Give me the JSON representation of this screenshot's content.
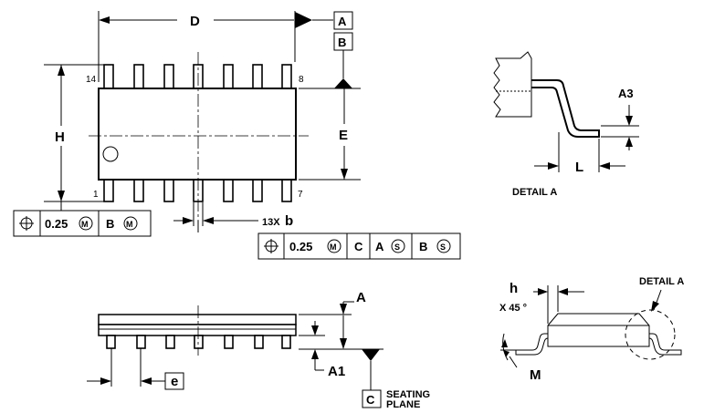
{
  "labels": {
    "D": "D",
    "H": "H",
    "E": "E",
    "pin14": "14",
    "pin8": "8",
    "pin1": "1",
    "pin7": "7",
    "datum_A": "A",
    "datum_B": "B",
    "datum_C": "C",
    "A3": "A3",
    "L": "L",
    "detail_a": "DETAIL A",
    "detail_a_callout": "DETAIL A",
    "b_dim_prefix": "13X",
    "b_dim": "b",
    "A": "A",
    "A1": "A1",
    "e": "e",
    "seating_1": "SEATING",
    "seating_2": "PLANE",
    "h": "h",
    "x45": "X 45 °",
    "M": "M"
  },
  "fcf_h": {
    "tolerance": "0.25",
    "tol_modifier": "M",
    "datum": "B",
    "datum_modifier": "M"
  },
  "fcf_b": {
    "tolerance": "0.25",
    "tol_modifier": "M",
    "datum1": "C",
    "datum2": "A",
    "datum2_modifier": "S",
    "datum3": "B",
    "datum3_modifier": "S"
  }
}
